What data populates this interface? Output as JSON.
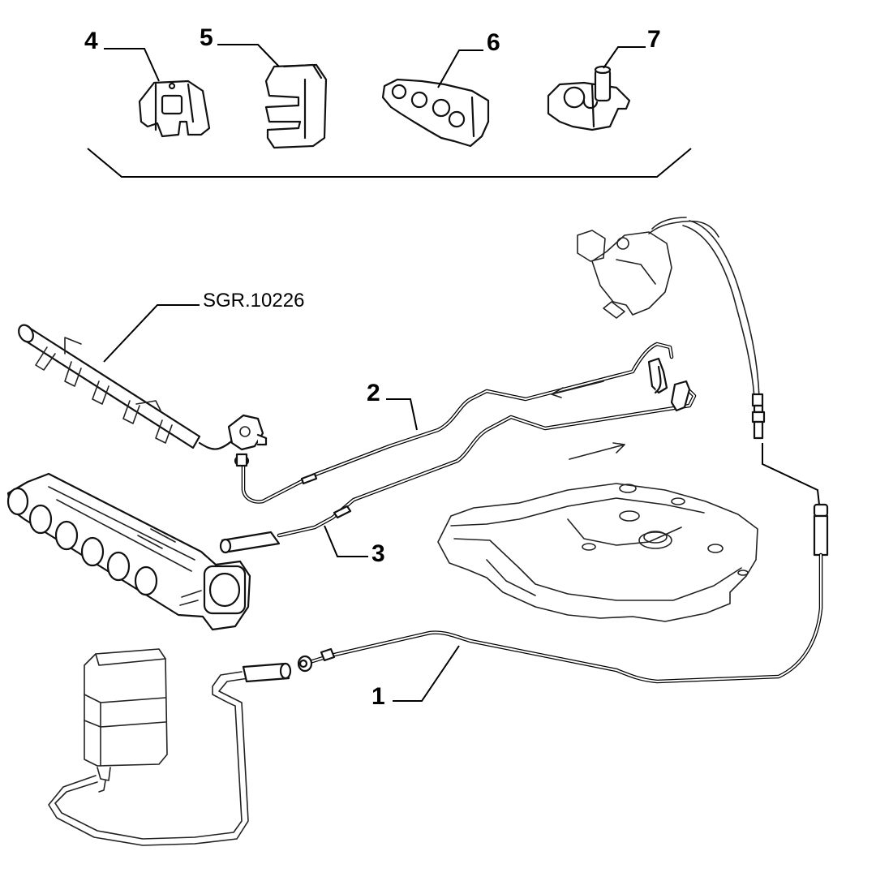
{
  "diagram": {
    "callouts": [
      {
        "id": "4",
        "label": "4"
      },
      {
        "id": "5",
        "label": "5"
      },
      {
        "id": "6",
        "label": "6"
      },
      {
        "id": "7",
        "label": "7"
      },
      {
        "id": "2",
        "label": "2"
      },
      {
        "id": "3",
        "label": "3"
      },
      {
        "id": "1",
        "label": "1"
      }
    ],
    "reference_label": "SGR.10226",
    "colors": {
      "line": "#000000",
      "background": "#ffffff"
    }
  }
}
